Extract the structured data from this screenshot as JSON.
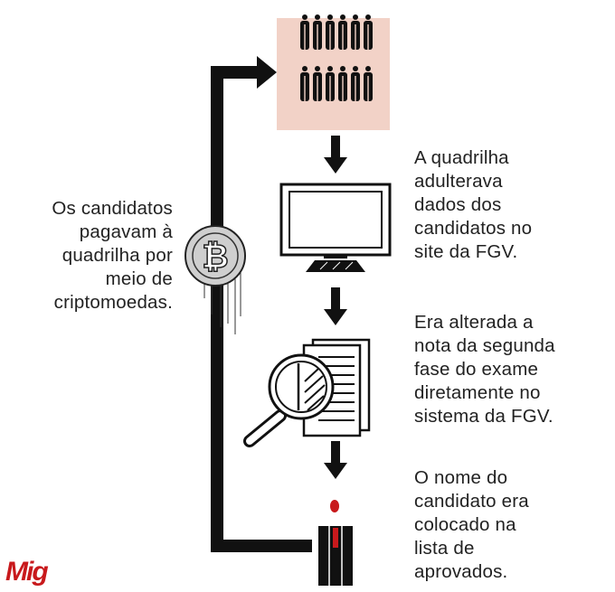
{
  "captions": {
    "payment": [
      "Os candidatos",
      "pagavam à",
      "quadrilha por",
      "meio de",
      "criptomoedas."
    ],
    "tamper": [
      "A quadrilha",
      "adulterava",
      "dados dos",
      "candidatos no",
      "site da FGV."
    ],
    "grade": [
      "Era alterada a",
      "nota da segunda",
      "fase do exame",
      "diretamente no",
      "sistema da FGV."
    ],
    "approved": [
      "O nome do",
      "candidato era",
      "colocado na",
      "lista de",
      "aprovados."
    ]
  },
  "logo": "Mig",
  "icons": [
    "gang-icon",
    "monitor-icon",
    "document-magnifier-icon",
    "person-icon",
    "bitcoin-coin-icon",
    "arrow-down-icon"
  ],
  "colors": {
    "gang_bg": "#f2d2c7",
    "accent_red": "#c8191c",
    "ink": "#111111",
    "coin": "#cfcfcf"
  }
}
